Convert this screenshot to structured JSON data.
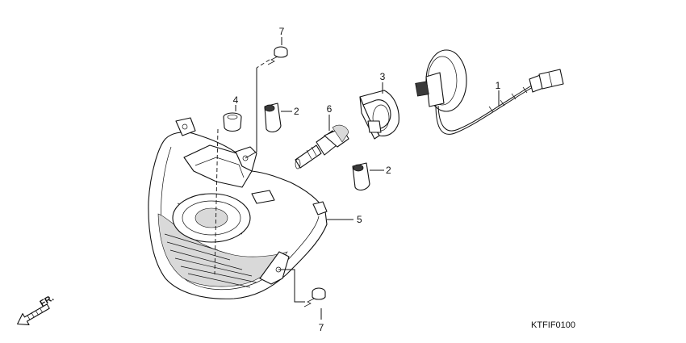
{
  "diagram": {
    "code": "KTFIF0100",
    "direction_label": "FR.",
    "callouts": {
      "wire_harness": "1",
      "socket_upper": "2",
      "socket_lower": "2",
      "bulb_retainer": "3",
      "rubber_grommet": "4",
      "headlight_unit": "5",
      "headlight_bulb": "6",
      "screw_upper": "7",
      "screw_lower": "7"
    },
    "colors": {
      "line": "#111111",
      "background": "#ffffff",
      "shade": "#d9d9d9"
    }
  }
}
